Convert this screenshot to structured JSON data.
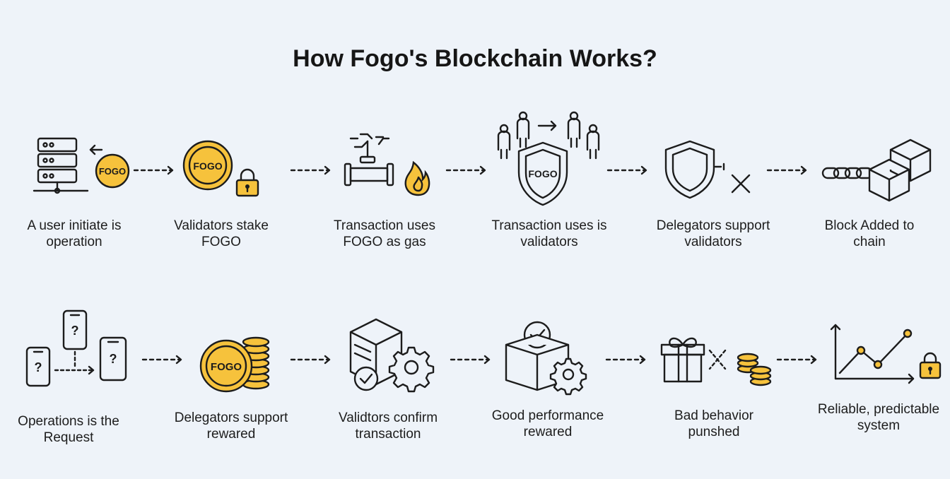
{
  "title": "How Fogo's Blockchain Works?",
  "coin_text": "FOGO",
  "question_mark": "?",
  "colors": {
    "background": "#eef3f9",
    "accent": "#f6c23c",
    "stroke": "#1c1c1c"
  },
  "row1": [
    {
      "label_line1": "A user initiate is",
      "label_line2": "operation",
      "icon": "server-coin-icon"
    },
    {
      "label_line1": "Validators stake",
      "label_line2": "FOGO",
      "icon": "coin-lock-icon"
    },
    {
      "label_line1": "Transaction uses",
      "label_line2": "FOGO as gas",
      "icon": "pipe-flame-icon"
    },
    {
      "label_line1": "Transaction uses is",
      "label_line2": "validators",
      "icon": "shield-people-icon"
    },
    {
      "label_line1": "Delegators support",
      "label_line2": "validators",
      "icon": "shield-x-icon"
    },
    {
      "label_line1": "Block Added to",
      "label_line2": "chain",
      "icon": "chain-blocks-icon"
    }
  ],
  "row2": [
    {
      "label_line1": "Operations is the",
      "label_line2": "Request",
      "icon": "phones-question-icon"
    },
    {
      "label_line1": "Delegators support",
      "label_line2": "rewared",
      "icon": "coin-stack-icon"
    },
    {
      "label_line1": "Validtors confirm",
      "label_line2": "transaction",
      "icon": "box-gear-check-icon"
    },
    {
      "label_line1": "Good performance",
      "label_line2": "rewared",
      "icon": "box-check-gear-icon"
    },
    {
      "label_line1": "Bad behavior",
      "label_line2": "punshed",
      "icon": "gift-coins-icon"
    },
    {
      "label_line1": "Reliable, predictable",
      "label_line2": "system",
      "icon": "chart-lock-icon"
    }
  ]
}
